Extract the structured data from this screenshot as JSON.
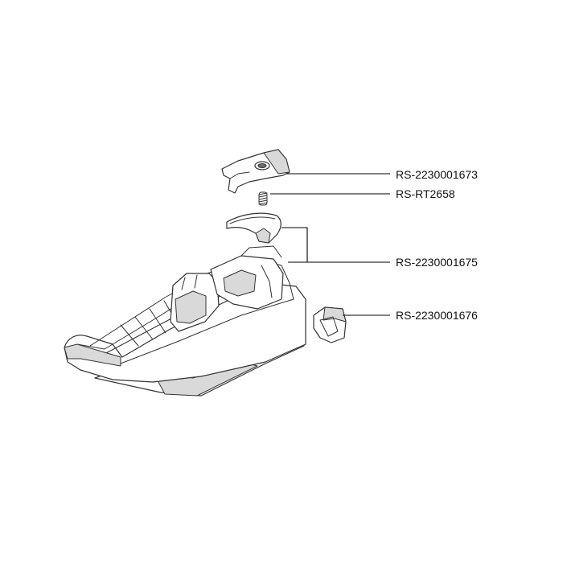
{
  "diagram": {
    "type": "exploded-parts-view",
    "parts": [
      {
        "label": "RS-2230001673",
        "depicts": "top-cover-part"
      },
      {
        "label": "RS-RT2658",
        "depicts": "spring"
      },
      {
        "label": "RS-2230001675",
        "depicts": "handle-cover-and-base-assembly"
      },
      {
        "label": "RS-2230001676",
        "depicts": "side-button"
      }
    ],
    "colors": {
      "line": "#333333",
      "leader": "#000000",
      "shade": "#d9d9d9",
      "background": "#ffffff"
    }
  }
}
